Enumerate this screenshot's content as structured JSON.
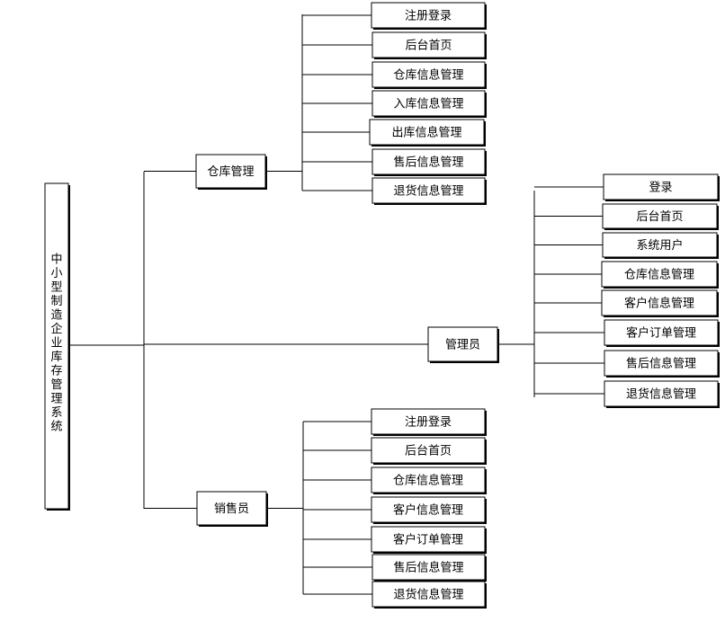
{
  "root": {
    "label_chars": [
      "中",
      "小",
      "型",
      "制",
      "造",
      "企",
      "业",
      "库",
      "存",
      "管",
      "理",
      "系",
      "统"
    ]
  },
  "branches": [
    {
      "label": "仓库管理",
      "children": [
        "注册登录",
        "后台首页",
        "仓库信息管理",
        "入库信息管理",
        "出库信息管理",
        "售后信息管理",
        "退货信息管理"
      ]
    },
    {
      "label": "管理员",
      "children": [
        "登录",
        "后台首页",
        "系统用户",
        "仓库信息管理",
        "客户信息管理",
        "客户订单管理",
        "售后信息管理",
        "退货信息管理"
      ]
    },
    {
      "label": "销售员",
      "children": [
        "注册登录",
        "后台首页",
        "仓库信息管理",
        "客户信息管理",
        "客户订单管理",
        "售后信息管理",
        "退货信息管理"
      ]
    }
  ]
}
